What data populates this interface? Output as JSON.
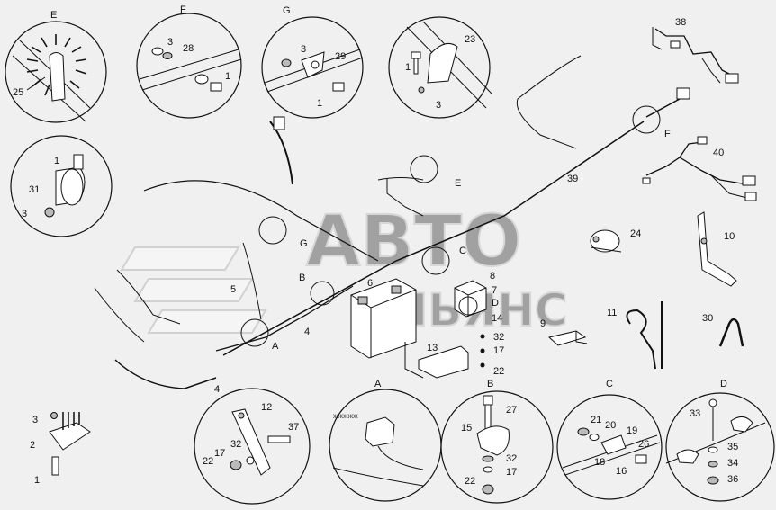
{
  "watermark": {
    "line1": "АВТО",
    "line2": "АЛЬЯНС"
  },
  "views": {
    "E": {
      "letter": "E",
      "parts": [
        "25"
      ]
    },
    "F": {
      "letter": "F",
      "parts": [
        "3",
        "28",
        "1"
      ]
    },
    "G": {
      "letter": "G",
      "parts": [
        "3",
        "29",
        "1"
      ]
    },
    "top": {
      "parts": [
        "23",
        "1",
        "3"
      ]
    },
    "mid": {
      "parts": [
        "1",
        "31",
        "3"
      ]
    },
    "A": {
      "letter": "A",
      "plug_text": "ЖЖЖЖЖ"
    },
    "B": {
      "letter": "B",
      "parts": [
        "27",
        "15",
        "32",
        "17",
        "22"
      ]
    },
    "C": {
      "letter": "C",
      "parts": [
        "21",
        "20",
        "19",
        "26",
        "18",
        "16"
      ]
    },
    "D": {
      "letter": "D",
      "parts": [
        "33",
        "35",
        "34",
        "36"
      ]
    },
    "bracket12": {
      "parts": [
        "12",
        "37",
        "32",
        "17",
        "22"
      ]
    }
  },
  "main": {
    "callouts": [
      "38",
      "40",
      "39",
      "24",
      "10",
      "8",
      "7",
      "14",
      "9",
      "11",
      "30",
      "13",
      "32",
      "17",
      "22",
      "6",
      "5",
      "4",
      "4",
      "2",
      "3",
      "1"
    ],
    "refs": [
      "E",
      "F",
      "G",
      "B",
      "C",
      "D",
      "A"
    ]
  }
}
